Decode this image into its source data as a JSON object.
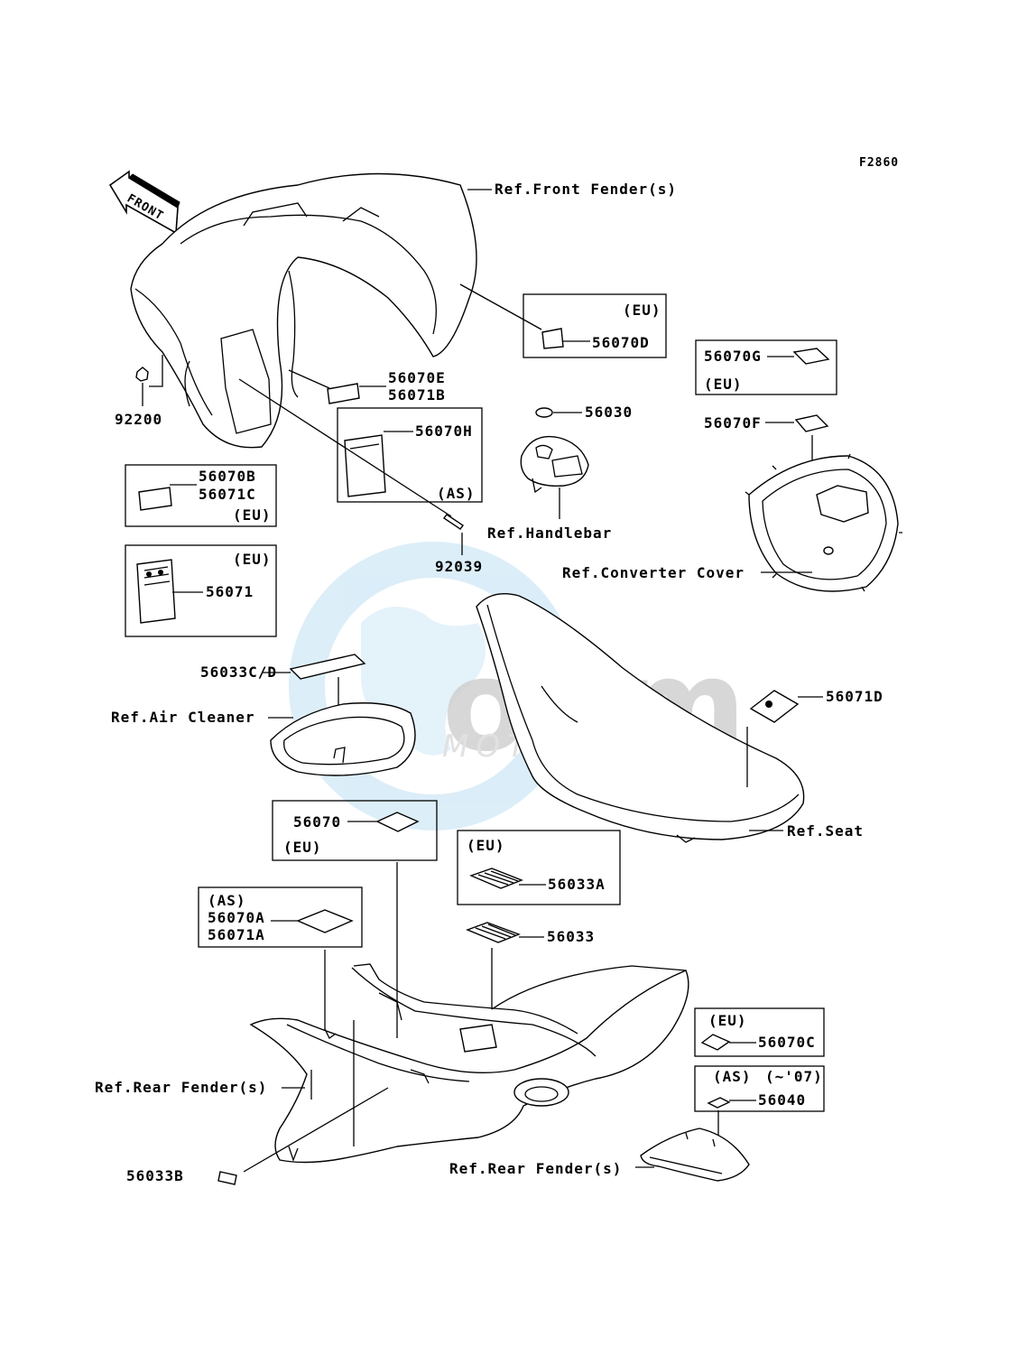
{
  "figure_code": "F2860",
  "front_arrow": "FRONT",
  "watermark": {
    "brand": "oem",
    "sub": "MOTORPARTS"
  },
  "labels": {
    "ref_front_fender": "Ref.Front Fender(s)",
    "p56070D": "56070D",
    "eu_56070D": "(EU)",
    "p56070G": "56070G",
    "eu_56070G": "(EU)",
    "p56070E": "56070E",
    "p56071B": "56071B",
    "p92200": "92200",
    "p56070H": "56070H",
    "as_56070H": "(AS)",
    "p56030": "56030",
    "p56070F": "56070F",
    "p56070B": "56070B",
    "p56071C": "56071C",
    "eu_56070B": "(EU)",
    "ref_handlebar": "Ref.Handlebar",
    "p92039": "92039",
    "eu_56071": "(EU)",
    "p56071": "56071",
    "ref_converter_cover": "Ref.Converter Cover",
    "p56033CD": "56033C/D",
    "p56071D": "56071D",
    "ref_air_cleaner": "Ref.Air Cleaner",
    "ref_seat": "Ref.Seat",
    "p56070": "56070",
    "eu_56070": "(EU)",
    "eu_56033A": "(EU)",
    "p56033A": "56033A",
    "as_56070A": "(AS)",
    "p56070A": "56070A",
    "p56071A": "56071A",
    "p56033": "56033",
    "eu_56070C": "(EU)",
    "p56070C": "56070C",
    "as_56040": "(AS)",
    "yr_56040": "(~'07)",
    "p56040": "56040",
    "ref_rear_fender_1": "Ref.Rear Fender(s)",
    "ref_rear_fender_2": "Ref.Rear Fender(s)",
    "p56033B": "56033B"
  }
}
